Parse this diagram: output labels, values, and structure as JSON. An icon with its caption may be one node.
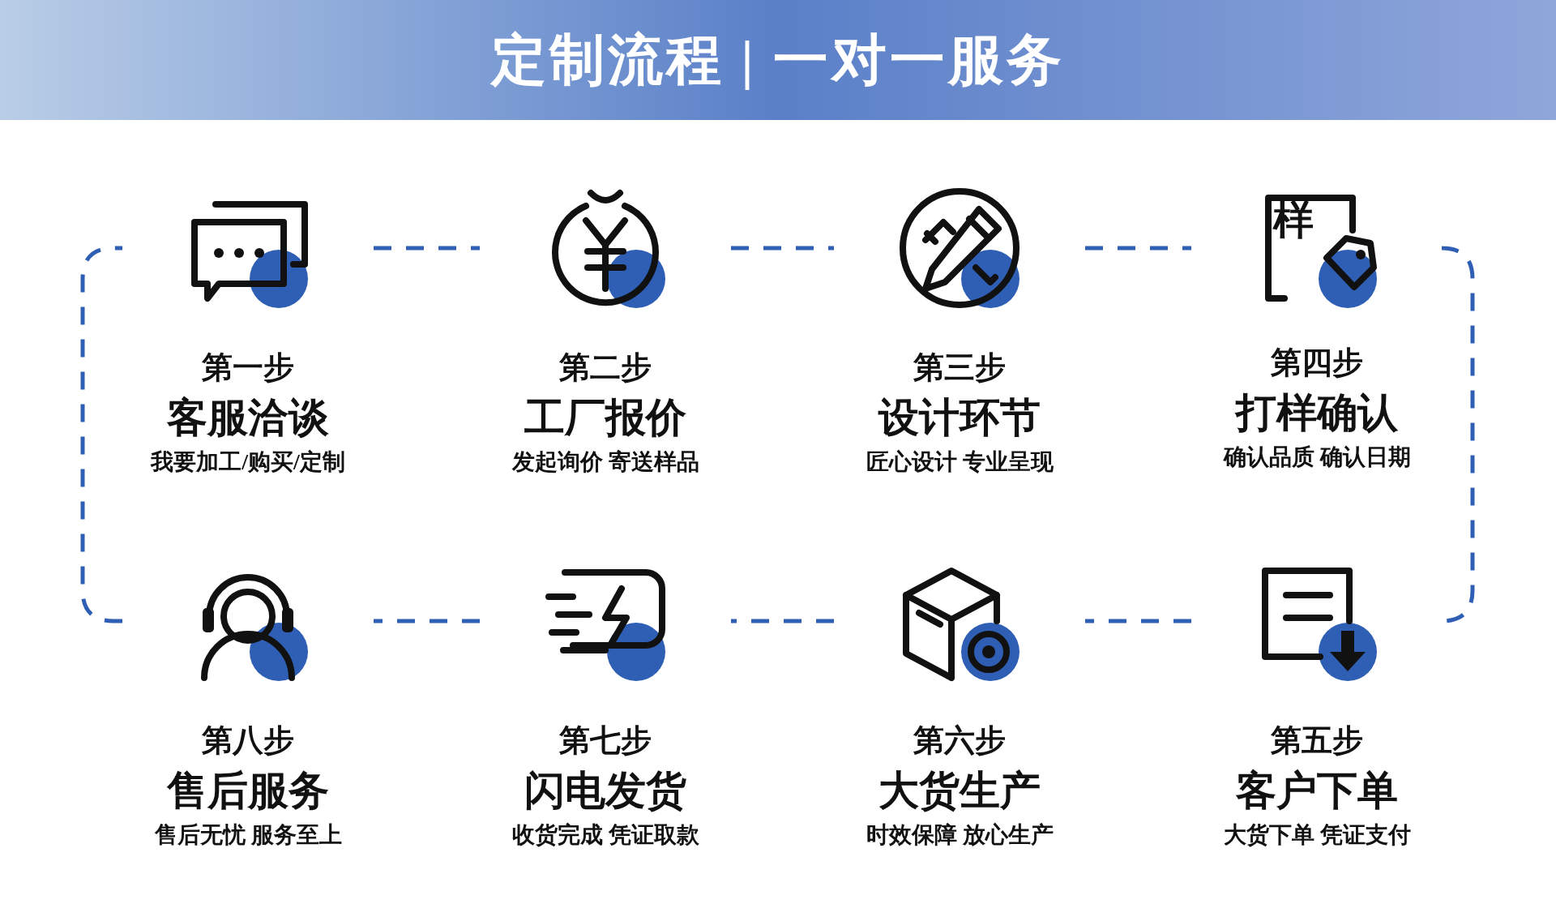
{
  "diagram": {
    "title": "定制流程 | 一对一服务",
    "nodes": [
      {
        "text": [
          "第一步",
          "客服洽谈",
          "我要加工/购买/定制"
        ]
      },
      {
        "text": [
          "第二步",
          "工厂报价",
          "发起询价 寄送样品"
        ]
      },
      {
        "text": [
          "第三步",
          "设计环节",
          "匠心设计 专业呈现"
        ]
      },
      {
        "text": [
          "第四步",
          "打样确认",
          "确认品质 确认日期"
        ]
      },
      {
        "text": [
          "第八步",
          "售后服务",
          "售后无忧 服务至上"
        ]
      },
      {
        "text": [
          "第七步",
          "闪电发货",
          "收货完成 凭证取款"
        ]
      },
      {
        "text": [
          "第六步",
          "大货生产",
          "时效保障 放心生产"
        ]
      },
      {
        "text": [
          "第五步",
          "客户下单",
          "大货下单 凭证支付"
        ]
      }
    ],
    "edges": [
      {
        "from": 0,
        "to": 1,
        "arrow": "none",
        "style": "dashed"
      },
      {
        "from": 1,
        "to": 2,
        "arrow": "none",
        "style": "dashed"
      },
      {
        "from": 2,
        "to": 3,
        "arrow": "none",
        "style": "dashed"
      },
      {
        "from": 3,
        "to": 7,
        "arrow": "none",
        "style": "dashed"
      },
      {
        "from": 7,
        "to": 6,
        "arrow": "none",
        "style": "dashed"
      },
      {
        "from": 6,
        "to": 5,
        "arrow": "none",
        "style": "dashed"
      },
      {
        "from": 5,
        "to": 4,
        "arrow": "none",
        "style": "dashed"
      },
      {
        "from": 4,
        "to": 0,
        "arrow": "none",
        "style": "dashed"
      }
    ],
    "labels": [
      "样"
    ]
  }
}
